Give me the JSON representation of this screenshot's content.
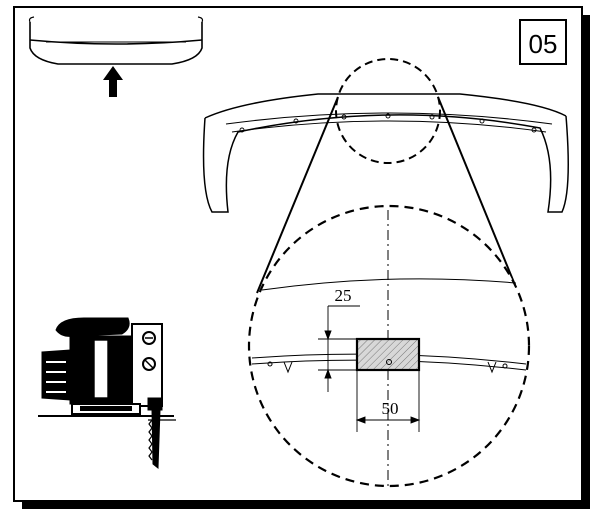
{
  "step": {
    "label": "05"
  },
  "dimensions": {
    "height_label": "25",
    "width_label": "50"
  },
  "icons": {
    "overview": "bumper-front-view-icon",
    "arrow": "arrow-up-icon",
    "tool": "jigsaw-icon"
  },
  "colors": {
    "ink": "#000000",
    "paper": "#ffffff",
    "shadow": "#000000"
  }
}
